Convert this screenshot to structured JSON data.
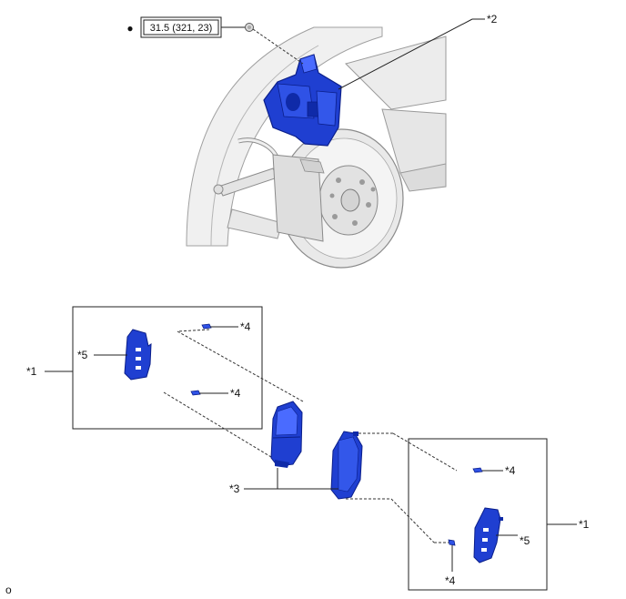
{
  "torque": {
    "bullet": "●",
    "value": "31.5 (321, 23)"
  },
  "callouts": {
    "c1_left": "*1",
    "c1_right": "*1",
    "c2": "*2",
    "c3": "*3",
    "c4_a": "*4",
    "c4_b": "*4",
    "c4_c": "*4",
    "c4_d": "*4",
    "c5_left": "*5",
    "c5_right": "*5"
  },
  "footer_mark": "o",
  "colors": {
    "part_blue": "#1f3fd1",
    "part_blue_dark": "#0f2aa8",
    "part_blue_light": "#4a6bff",
    "line": "#222222",
    "sketch": "#9a9a9a",
    "fill_light": "#eeeeee"
  }
}
